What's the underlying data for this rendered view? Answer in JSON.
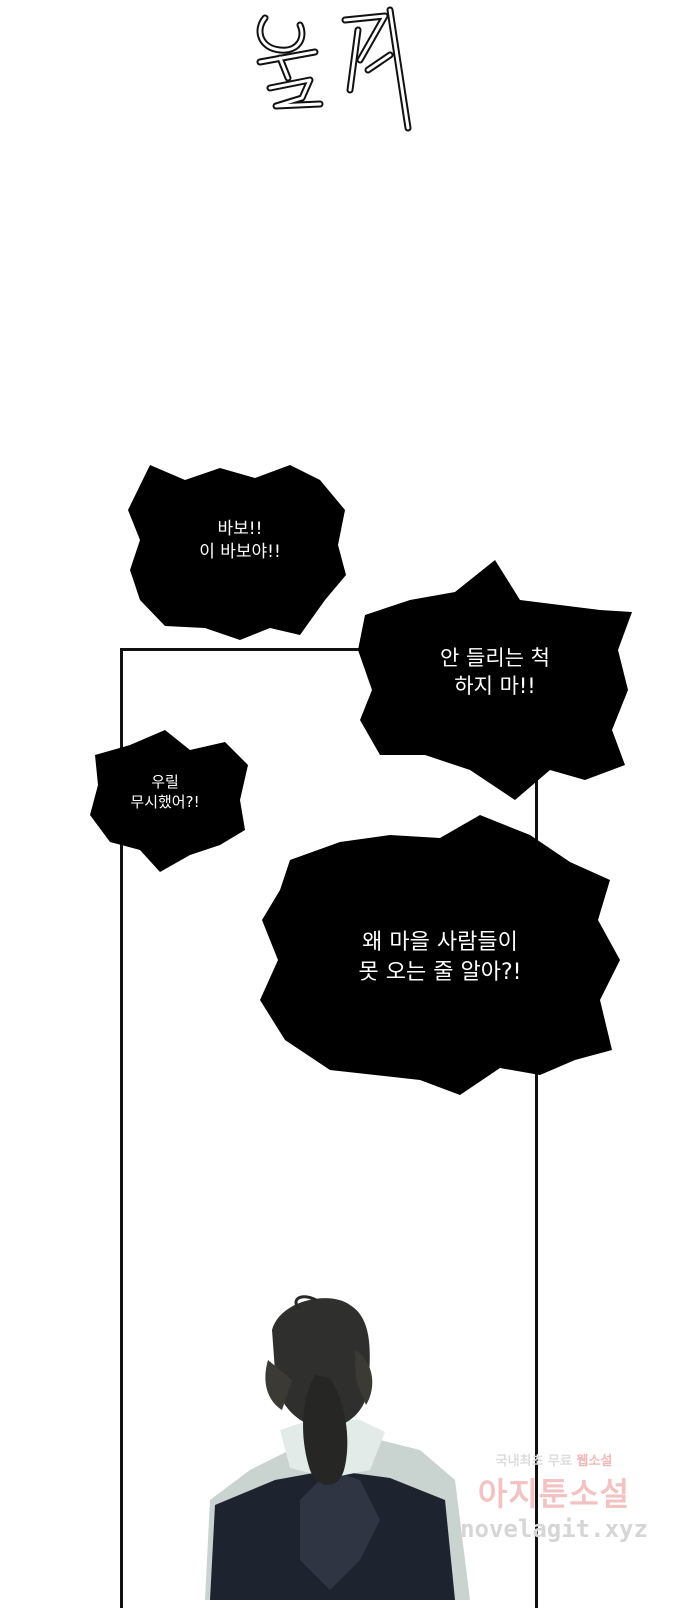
{
  "comic": {
    "bubbles": [
      {
        "lines": "바보!!\n이 바보야!!"
      },
      {
        "lines": "안 들리는 척\n하지 마!!"
      },
      {
        "lines": "우릴\n무시했어?!"
      },
      {
        "lines": "왜 마을 사람들이\n못 오는 줄 알아?!"
      }
    ],
    "watermark": {
      "line1_a": "국내최초 무료 ",
      "line1_b": "웹소설",
      "line2": "아지툰소설",
      "line3": "novelagit.xyz"
    }
  }
}
